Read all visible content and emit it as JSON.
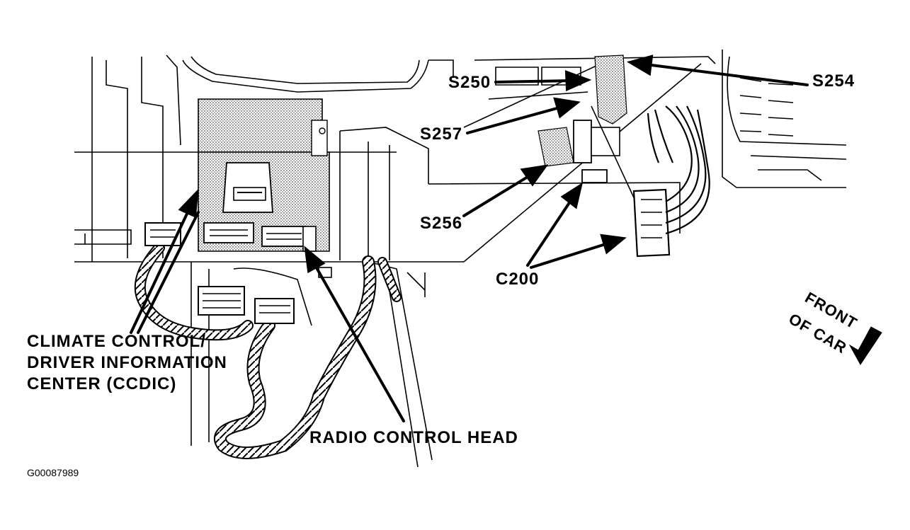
{
  "labels": {
    "s250": "S250",
    "s254": "S254",
    "s257": "S257",
    "s256": "S256",
    "c200": "C200",
    "climate_line1": "CLIMATE CONTROL/",
    "climate_line2": "DRIVER INFORMATION",
    "climate_line3": "CENTER (CCDIC)",
    "radio": "RADIO CONTROL HEAD",
    "front_line1": "FRONT",
    "front_line2": "OF CAR"
  },
  "figure_id": "G00087989"
}
